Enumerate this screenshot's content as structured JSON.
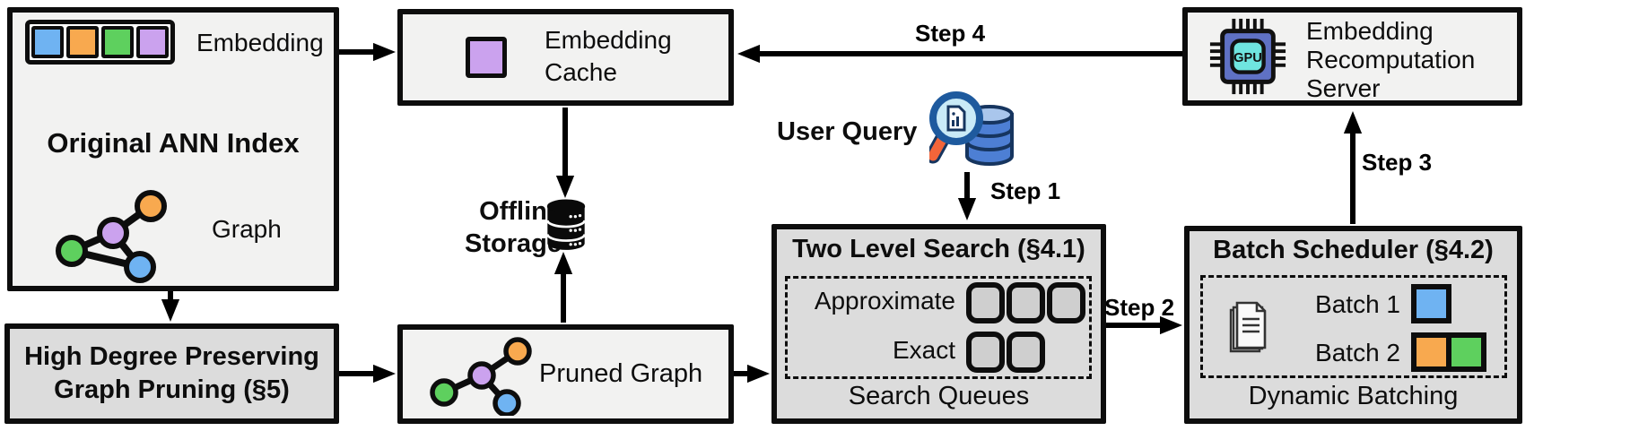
{
  "palette": {
    "blue": "#6FB3F2",
    "orange": "#F8A94F",
    "green": "#5ED05E",
    "purple": "#CBA2EE",
    "box_light": "#F2F2F1",
    "box_gray": "#DCDCDC",
    "border_black": "#0D0D0D",
    "db_blue": "#4D7FD4",
    "handle_orange": "#F2653A",
    "chip_body": "#5F71C4",
    "chip_core": "#6FE5DF"
  },
  "original_ann_index": {
    "title": "Original ANN Index",
    "embedding_label": "Embedding",
    "graph_label": "Graph",
    "embedding_cells": [
      "blue",
      "orange",
      "green",
      "purple"
    ]
  },
  "embedding_cache": {
    "label": "Embedding Cache"
  },
  "offline_storage": {
    "label": "Offline Storage"
  },
  "graph_pruning": {
    "title": "High Degree Preserving Graph Pruning (§5)"
  },
  "pruned_graph": {
    "label": "Pruned Graph"
  },
  "user_query": {
    "label": "User Query"
  },
  "two_level_search": {
    "title": "Two Level Search (§4.1)",
    "rows": [
      {
        "label": "Approximate",
        "queue_count": 3
      },
      {
        "label": "Exact",
        "queue_count": 2
      }
    ],
    "caption": "Search Queues"
  },
  "batch_scheduler": {
    "title": "Batch Scheduler (§4.2)",
    "batches": [
      {
        "label": "Batch 1",
        "cells": [
          "blue"
        ]
      },
      {
        "label": "Batch 2",
        "cells": [
          "orange",
          "green"
        ]
      }
    ],
    "caption": "Dynamic Batching"
  },
  "recomputation_server": {
    "label": "Embedding Recomputation Server",
    "chip_label": "GPU"
  },
  "steps": [
    {
      "label": "Step 1"
    },
    {
      "label": "Step 2"
    },
    {
      "label": "Step 3"
    },
    {
      "label": "Step 4"
    }
  ]
}
